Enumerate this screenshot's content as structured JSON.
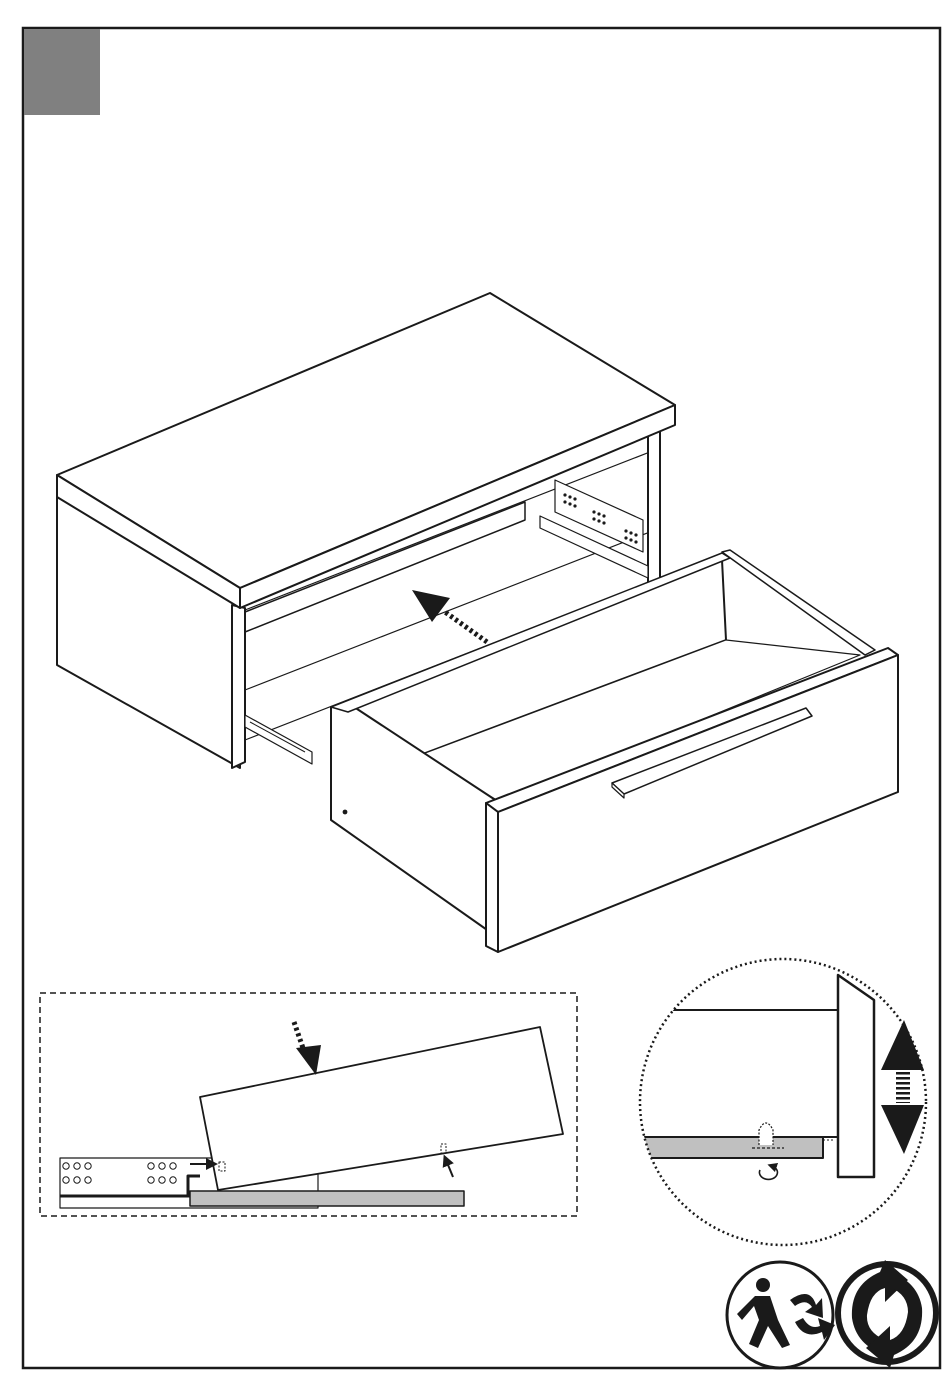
{
  "page": {
    "step_marker": {
      "color": "#808080"
    },
    "colors": {
      "line": "#1a1a1a",
      "panel_fill": "#ffffff",
      "rail_fill": "#c0c0c0",
      "step_tab": "#808080"
    },
    "icons": [
      "cabinet-drawer-illustration",
      "drawer-rail-detail",
      "height-adjust-detail",
      "tidyman-recycle-icon",
      "green-dot-icon"
    ]
  }
}
